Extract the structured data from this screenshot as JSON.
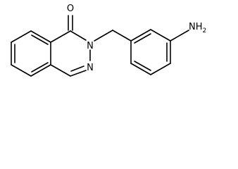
{
  "structure": {
    "atoms": {
      "carbonyl_oxygen": "O",
      "ring_nitrogen_2": "N",
      "ring_nitrogen_3": "N",
      "amine": "NH",
      "amine_h_count": "2"
    }
  }
}
